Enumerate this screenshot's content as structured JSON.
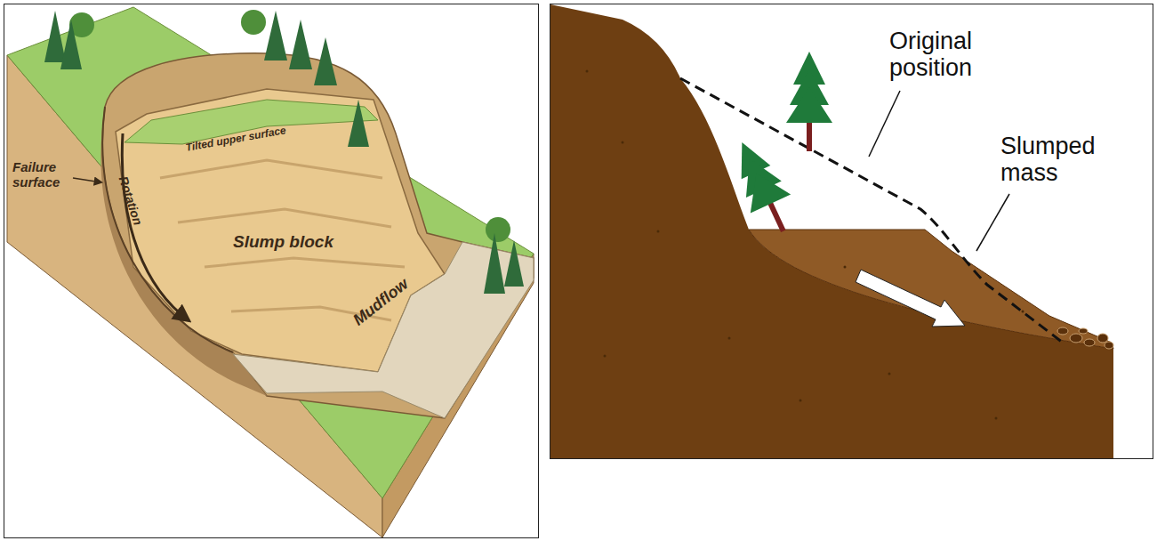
{
  "diagram": {
    "labels": [
      "Failure surface",
      "Rotation",
      "Tilted upper surface",
      "Slump block",
      "Mudflow",
      "Original position",
      "Slumped mass"
    ]
  }
}
